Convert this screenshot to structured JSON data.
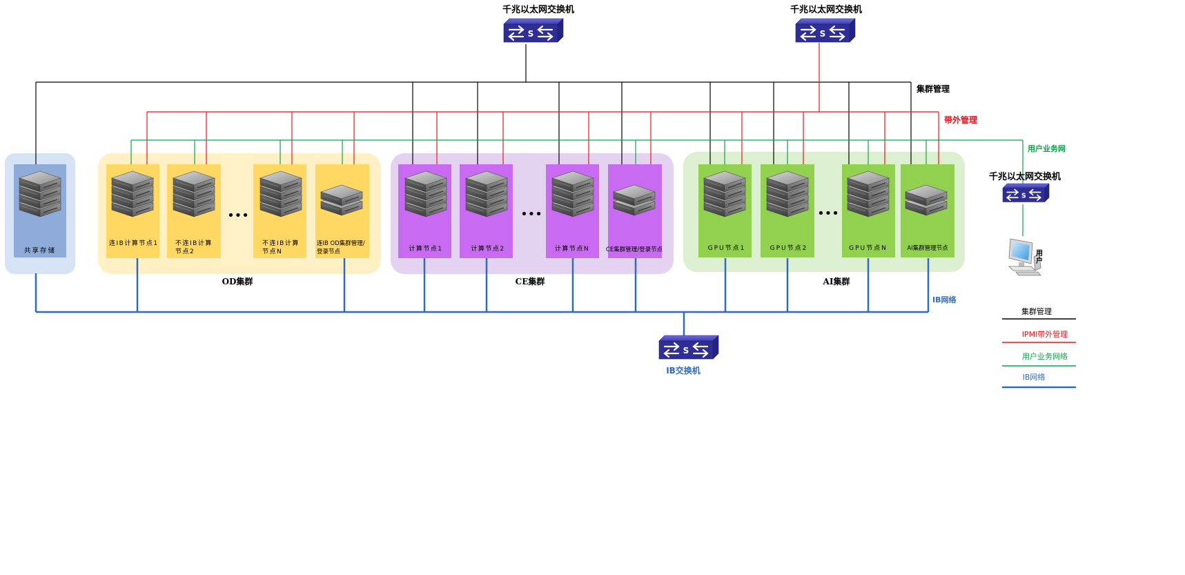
{
  "colors": {
    "mgmt": "#000000",
    "ipmi": "#e8141b",
    "user": "#11a04a",
    "ib": "#2f6bb8",
    "storage_bg": "#d6e3f4",
    "storage_card": "#8fabd9",
    "od_bg": "#fff0c6",
    "od_card": "#ffd763",
    "ce_bg": "#e4d3f0",
    "ce_card": "#c86af2",
    "ai_bg": "#dcefd0",
    "ai_card": "#92d050",
    "switch": "#2e2e96"
  },
  "switches": {
    "top_left": {
      "label": "千兆以太网交换机",
      "icon": "switch-icon"
    },
    "top_right": {
      "label": "千兆以太网交换机",
      "icon": "switch-icon"
    },
    "side": {
      "label": "千兆以太网交换机",
      "icon": "switch-icon"
    },
    "ib": {
      "label": "IB交换机",
      "icon": "switch-icon"
    }
  },
  "networks": {
    "cluster_mgmt": "集群管理",
    "ipmi": "带外管理",
    "user_business": "用户业务网",
    "ib": "IB网络"
  },
  "user_terminal": {
    "label": "用户",
    "icon": "computer-icon"
  },
  "legend": {
    "mgmt": "集群管理",
    "ipmi": "IPMI带外管理",
    "user": "用户业务网络",
    "ib": "IB网络"
  },
  "storage": {
    "label": "共享存储"
  },
  "clusters": {
    "od": {
      "name": "OD集群",
      "nodes": [
        "连IB计算节点1",
        "不连IB计算节点2",
        "不连IB计算节点N",
        "连IB OD集群管理/登录节点"
      ]
    },
    "ce": {
      "name": "CE集群",
      "nodes": [
        "计算节点1",
        "计算节点2",
        "计算节点N",
        "CE集群管理/登录节点"
      ]
    },
    "ai": {
      "name": "AI集群",
      "nodes": [
        "GPU节点1",
        "GPU节点2",
        "GPU节点N",
        "AI集群管理节点"
      ]
    }
  },
  "ellipsis": "•••"
}
